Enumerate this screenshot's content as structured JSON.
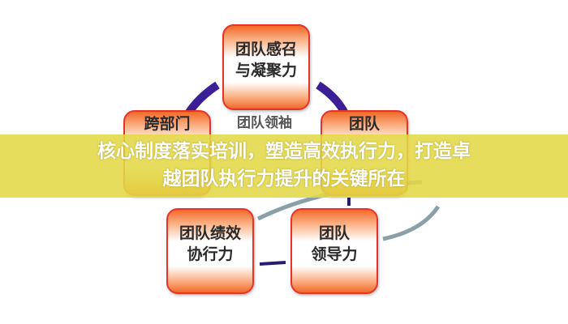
{
  "diagram": {
    "top": [
      "团队感召",
      "与凝聚力"
    ],
    "left": [
      "跨部门",
      ""
    ],
    "right": [
      "团队",
      ""
    ],
    "center_partial": "团队领袖",
    "bottom_left": [
      "团队绩效",
      "协行力"
    ],
    "bottom_right": [
      "团队",
      "领导力"
    ]
  },
  "banner": {
    "line1": "核心制度落实培训，塑造高效执行力，打造卓",
    "line2": "越团队执行力提升的关键所在"
  },
  "colors": {
    "box_border": "#e8322a",
    "arc": "#2e1a8a",
    "banner": "#e2d846"
  }
}
